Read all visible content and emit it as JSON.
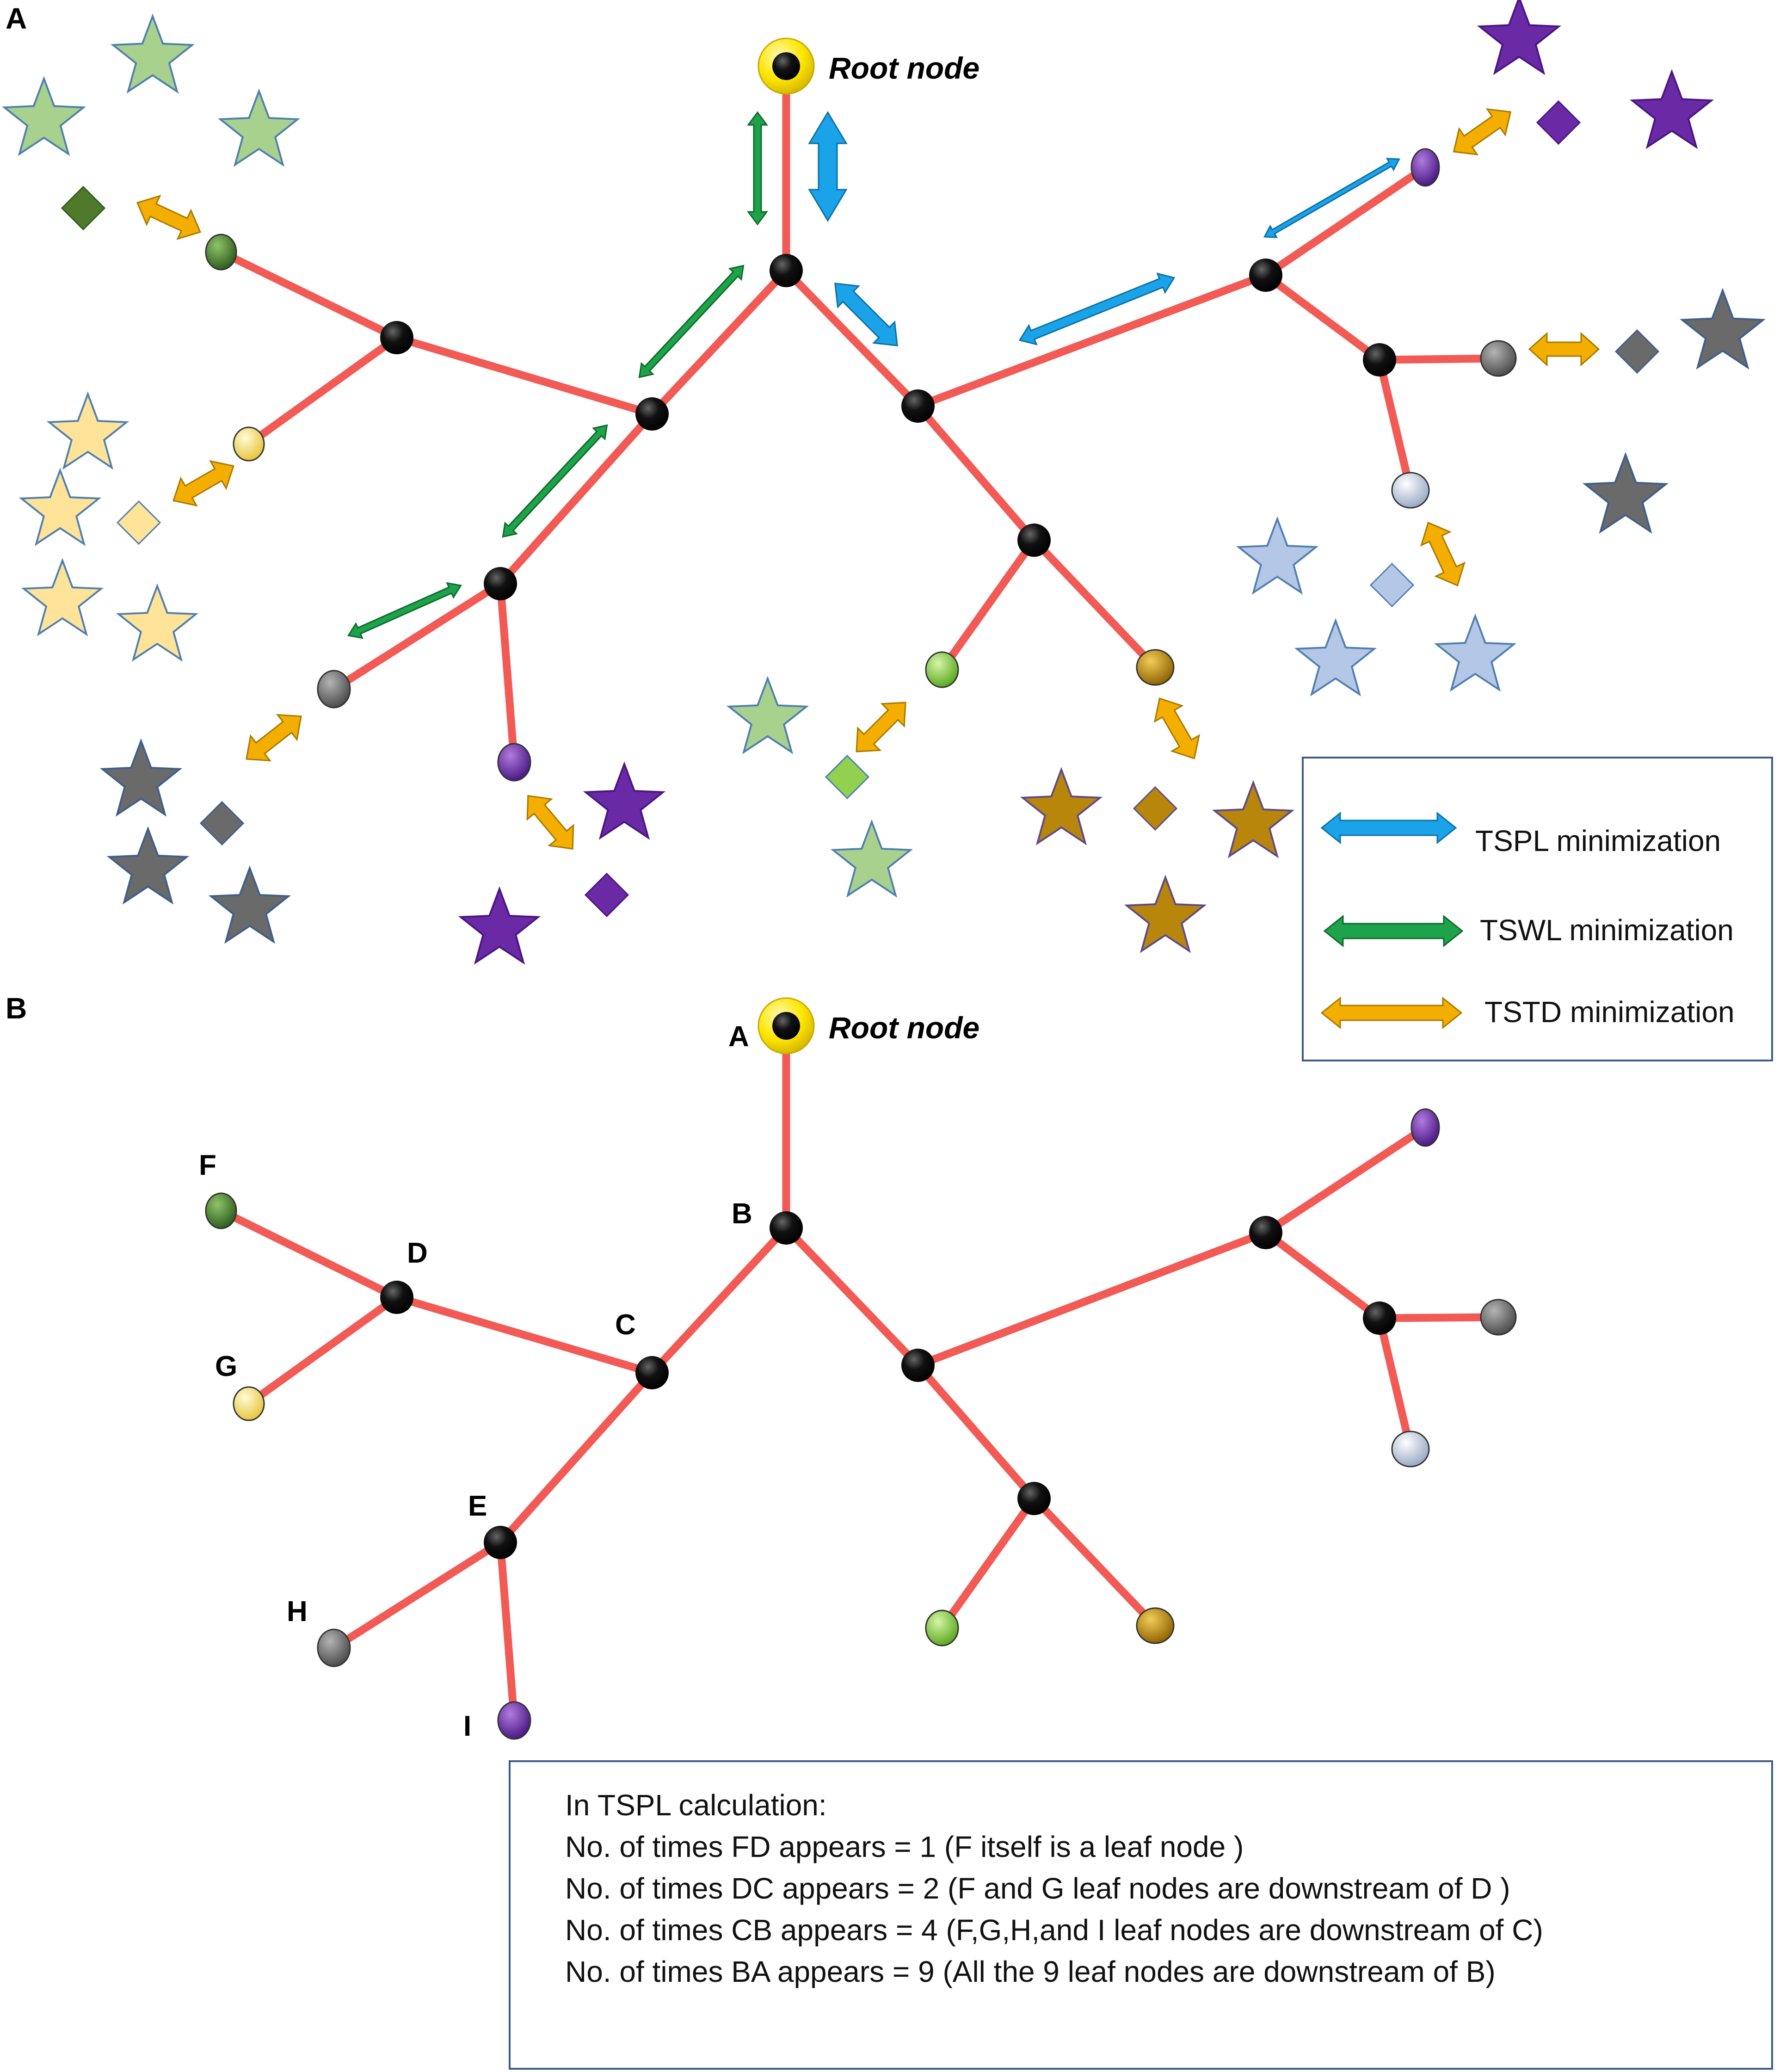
{
  "panels": {
    "a": {
      "letter": "A",
      "root_label": "Root node"
    },
    "b": {
      "letter": "B",
      "root_label": "Root node"
    }
  },
  "legend": [
    {
      "label": "TSPL minimization",
      "color": "#1aa3e8"
    },
    {
      "label": "TSWL minimization",
      "color": "#1ea24a"
    },
    {
      "label": "TSTD minimization",
      "color": "#f4ae00"
    }
  ],
  "node_letters": {
    "A": "A",
    "B": "B",
    "C": "C",
    "D": "D",
    "E": "E",
    "F": "F",
    "G": "G",
    "H": "H",
    "I": "I"
  },
  "calculation": {
    "title": "In TSPL calculation:",
    "lines": [
      "No. of times FD appears = 1 (F itself is a leaf node )",
      "No. of times DC appears = 2 (F and G leaf nodes are downstream of D )",
      "No. of times CB appears = 4 (F,G,H,and I leaf nodes are downstream of C)",
      "No. of times BA appears = 9 (All the 9 leaf nodes are downstream of B)"
    ]
  },
  "colors": {
    "edge": "#f25a55",
    "internal_node": "#000000",
    "root_ring": "#ffe600",
    "tspl_arrow": "#1aa3e8",
    "tswl_arrow": "#1ea24a",
    "tstd_arrow": "#f4ae00",
    "leaf_dark_green": "#3f7a2a",
    "leaf_yellow": "#ffe16a",
    "leaf_grey": "#6e6e6e",
    "leaf_purple": "#6a2aa6",
    "leaf_light_green": "#86d43c",
    "leaf_gold": "#c08a08",
    "leaf_light_blue": "#c6d4ea"
  }
}
